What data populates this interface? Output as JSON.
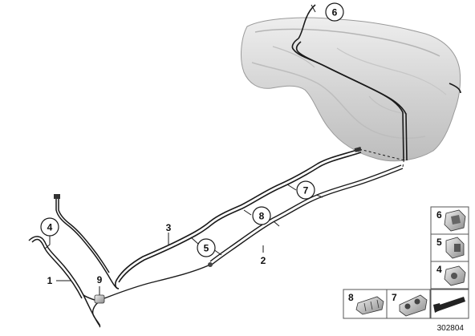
{
  "diagram": {
    "reference_number": "302804",
    "callouts": {
      "c1": "1",
      "c2": "2",
      "c3": "3",
      "c4": "4",
      "c5": "5",
      "c6": "6",
      "c7": "7",
      "c8": "8",
      "c9": "9"
    },
    "legend": {
      "l6": "6",
      "l5": "5",
      "l4": "4",
      "l8": "8",
      "l7": "7"
    },
    "colors": {
      "line": "#1a1a1a",
      "tank_fill": "#d9d9d9",
      "box_border": "#555555"
    }
  }
}
